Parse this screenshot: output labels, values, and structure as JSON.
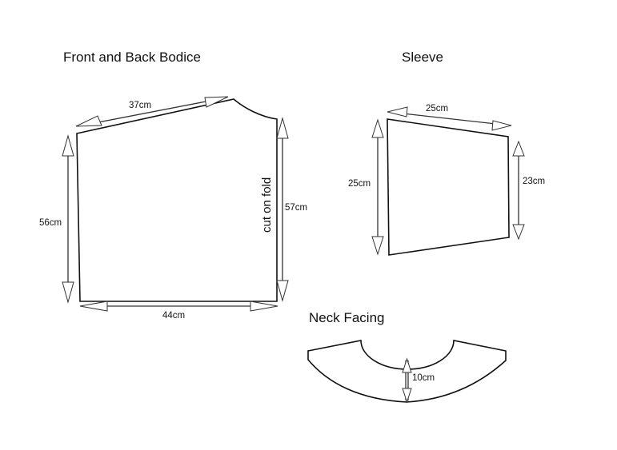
{
  "bodice": {
    "title": "Front and Back Bodice",
    "shoulder": "37cm",
    "side_height": "56cm",
    "fold_height": "57cm",
    "width": "44cm",
    "fold_label": "cut on fold"
  },
  "sleeve": {
    "title": "Sleeve",
    "top": "25cm",
    "left_height": "25cm",
    "right_height": "23cm"
  },
  "neck_facing": {
    "title": "Neck Facing",
    "depth": "10cm"
  }
}
